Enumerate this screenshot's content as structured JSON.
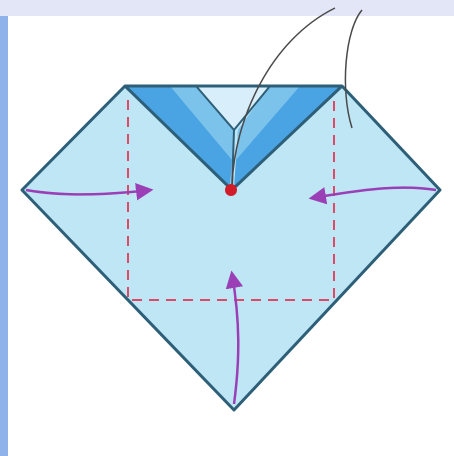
{
  "diagram": {
    "kind": "origami-folding-step",
    "colors": {
      "frame_left": "#8fb2ea",
      "frame_top": "#e2e6f6",
      "paper": "#bfe6f5",
      "paper_outline": "#2d5f78",
      "flap_dark": "#4aa3e2",
      "flap_mid": "#7cc3ec",
      "flap_light": "#d8eefa",
      "guide_lines": "#dd4a68",
      "arrows": "#9b3fb6",
      "center_dot": "#d11d2a",
      "thread": "#4a4a4a"
    },
    "arrows": [
      "arrow-left-corner-in",
      "arrow-right-corner-in",
      "arrow-bottom-corner-up"
    ],
    "markers": [
      "center-dot"
    ]
  }
}
